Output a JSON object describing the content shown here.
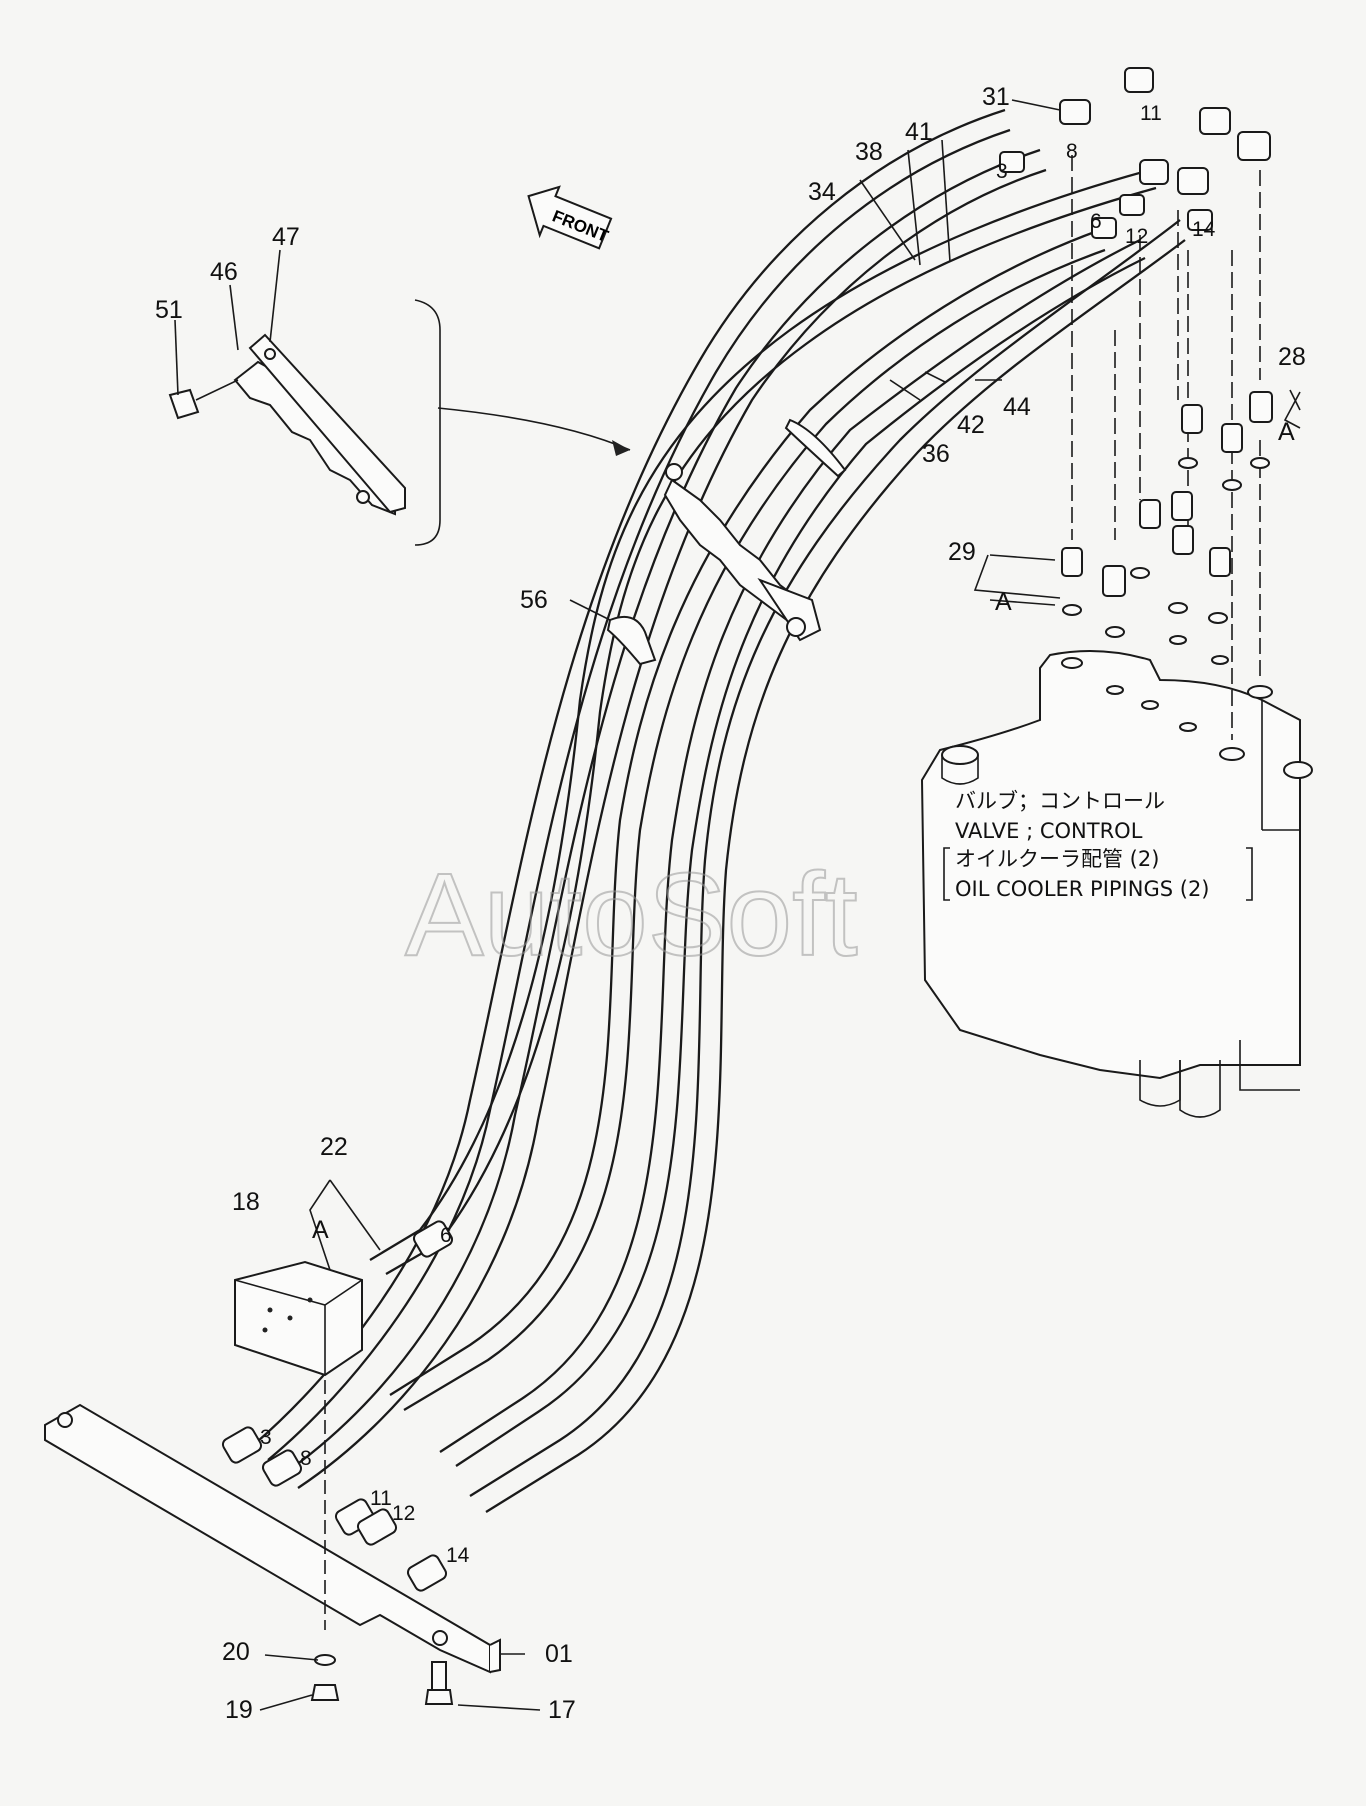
{
  "caption": {
    "jp_line1": "バルブ；コントロール",
    "en_line1": "VALVE ; CONTROL",
    "jp_line2": "オイルクーラ配管 (2)",
    "en_line2": "OIL COOLER PIPINGS (2)"
  },
  "front_arrow": "FRONT",
  "watermark": "AutoSoft",
  "group_marker": "A",
  "callouts": {
    "c01": "01",
    "c17": "17",
    "c18": "18",
    "c19": "19",
    "c20": "20",
    "c22": "22",
    "c28": "28",
    "c29": "29",
    "c31": "31",
    "c34": "34",
    "c36": "36",
    "c38": "38",
    "c41": "41",
    "c42": "42",
    "c44": "44",
    "c46": "46",
    "c47": "47",
    "c51": "51",
    "c56": "56"
  },
  "hose_tags": {
    "h3": "3",
    "h6": "6",
    "h8": "8",
    "h11": "11",
    "h12": "12",
    "h14": "14"
  }
}
